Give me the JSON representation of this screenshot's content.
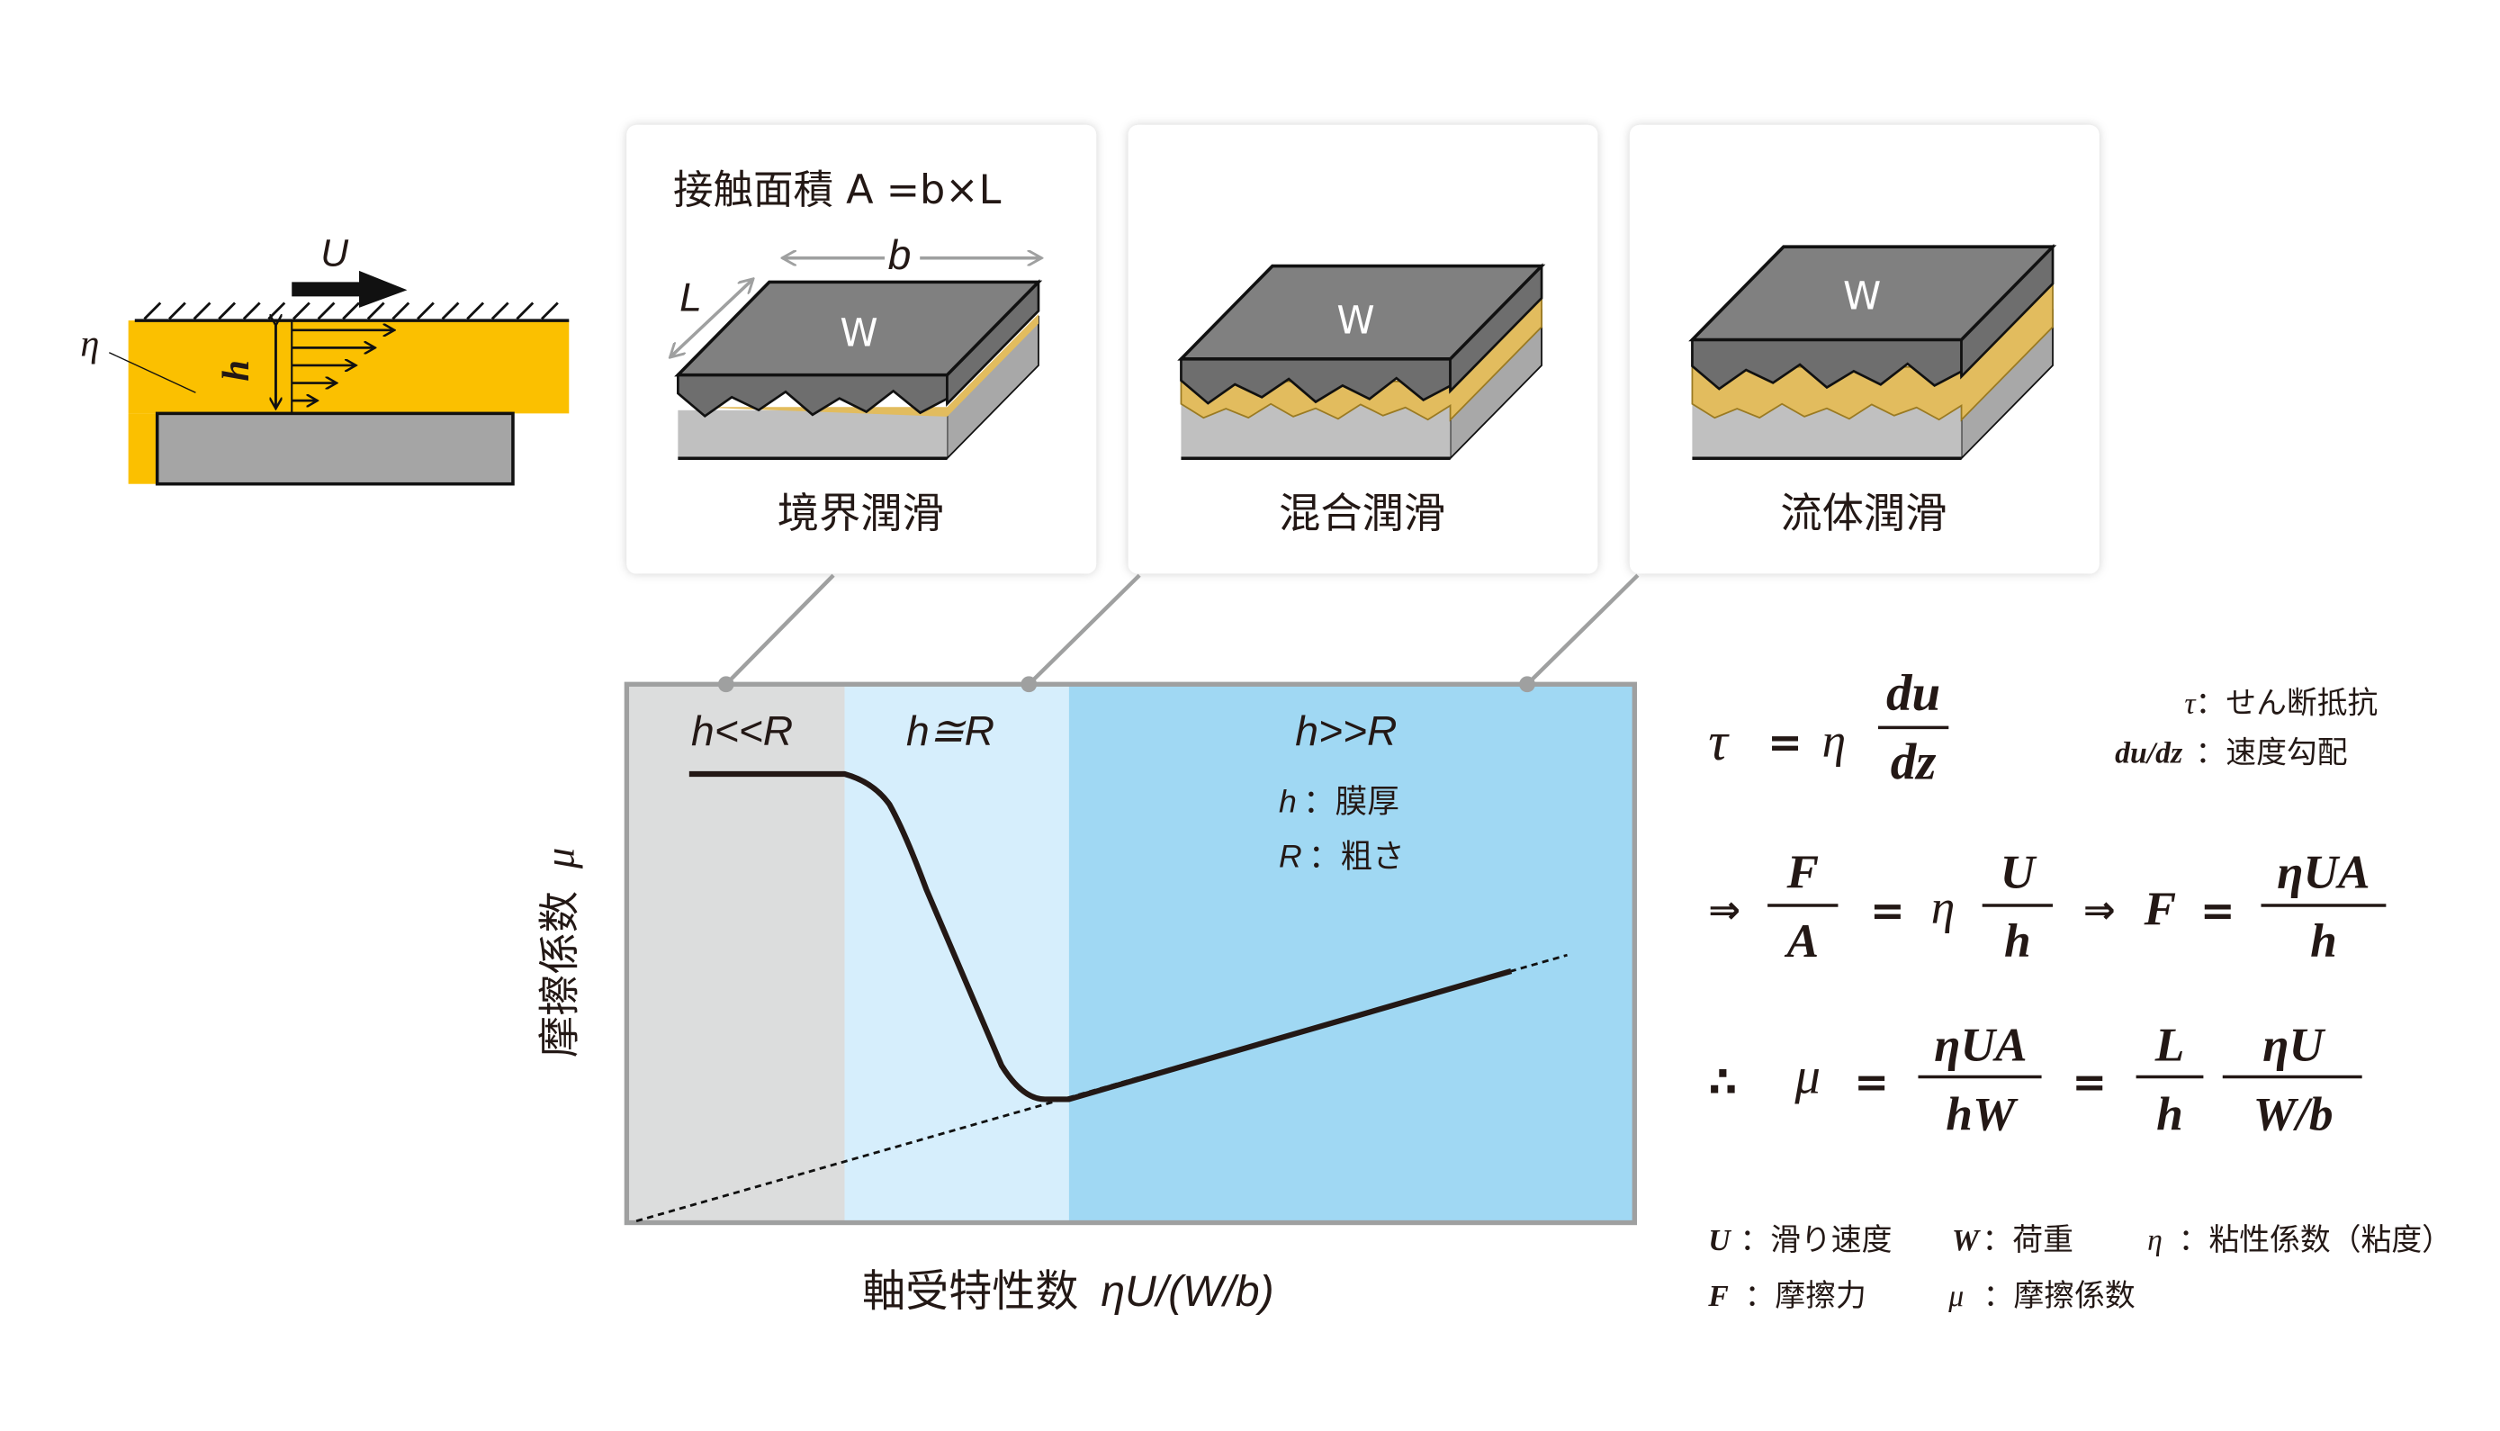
{
  "flow_diagram": {
    "velocity_label": "U",
    "viscosity_label": "η",
    "gap_label": "h"
  },
  "cards": [
    {
      "title": "境界潤滑",
      "load_label": "W",
      "area_formula": "接触面積 A =b×L",
      "width_label": "b",
      "length_label": "L"
    },
    {
      "title": "混合潤滑",
      "load_label": "W"
    },
    {
      "title": "流体潤滑",
      "load_label": "W"
    }
  ],
  "chart": {
    "regions": [
      {
        "label": "h<<R",
        "color": "#dcdddd"
      },
      {
        "label": "h≅R",
        "color": "#d6eefc"
      },
      {
        "label": "h>>R",
        "color": "#a0d8f3"
      }
    ],
    "legend": [
      {
        "sym": "h",
        "desc": "：膜厚"
      },
      {
        "sym": "R",
        "desc": "：粗さ"
      }
    ],
    "ylabel": "摩擦係数",
    "ylabel_sym": "μ",
    "xlabel": "軸受特性数",
    "xlabel_sym": "ηU/(W/b)"
  },
  "formulas": {
    "eq1": {
      "lhs": "τ",
      "eq": "=",
      "eta": "η",
      "num": "du",
      "den": "dz"
    },
    "eq1_defs": [
      {
        "sym": "τ",
        "desc": "：せん断抵抗"
      },
      {
        "sym": "du/dz",
        "desc": "：速度勾配"
      }
    ],
    "eq2": {
      "arrow1": "⇒",
      "num1": "F",
      "den1": "A",
      "eq1": "=",
      "eta": "η",
      "num2": "U",
      "den2": "h",
      "arrow2": "⇒",
      "F": "F",
      "eq2": "=",
      "num3": "ηUA",
      "den3": "h"
    },
    "eq3": {
      "therefore": "∴",
      "mu": "μ",
      "eq1": "=",
      "num1": "ηUA",
      "den1": "hW",
      "eq2": "=",
      "num2": "L",
      "den2": "h",
      "num3": "ηU",
      "den3": "W/b"
    }
  },
  "symbols": [
    {
      "sym": "U",
      "desc": "：滑り速度"
    },
    {
      "sym": "W",
      "desc": "：荷重"
    },
    {
      "sym": "η",
      "desc": "：粘性係数（粘度）"
    },
    {
      "sym": "F",
      "desc": "：摩擦力"
    },
    {
      "sym": "μ",
      "desc": "：摩擦係数"
    }
  ]
}
